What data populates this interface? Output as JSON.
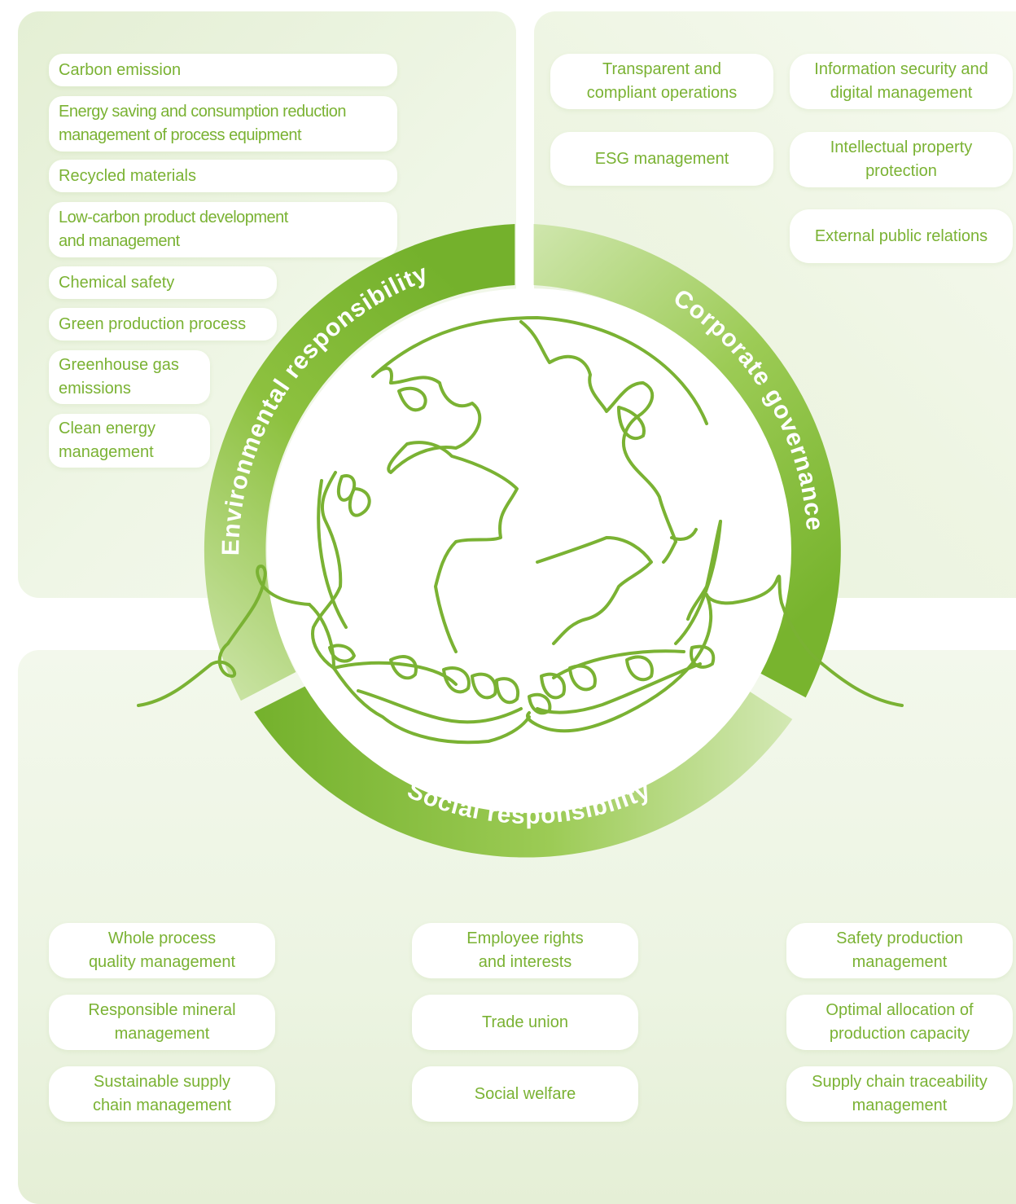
{
  "colors": {
    "accent": "#7ab233",
    "accent_dark": "#6aa82a",
    "accent_light": "#cfe6ad",
    "pill_text": "#7ab233",
    "panel_bg": "#ebf4df"
  },
  "ring_labels": {
    "environmental": "Environmental responsibility",
    "governance": "Corporate governance",
    "social": "Social responsibility"
  },
  "center_icon": "globe-in-hands-icon",
  "environmental": {
    "items": [
      "Carbon emission",
      "Energy saving and consumption reduction\nmanagement of process equipment",
      "Recycled materials",
      "Low-carbon product development\nand management",
      "Chemical safety",
      "Green production process",
      "Greenhouse gas\nemissions",
      "Clean energy\nmanagement"
    ]
  },
  "governance": {
    "items": [
      "Transparent and\ncompliant operations",
      "Information security and\ndigital management",
      "ESG management",
      "Intellectual property\nprotection",
      "External public relations"
    ]
  },
  "social": {
    "items": [
      "Whole process\nquality management",
      "Responsible mineral\nmanagement",
      "Sustainable supply\nchain management",
      "Employee rights\nand interests",
      "Trade union",
      "Social welfare",
      "Safety production\nmanagement",
      "Optimal allocation of\nproduction capacity",
      "Supply chain traceability\nmanagement"
    ]
  }
}
